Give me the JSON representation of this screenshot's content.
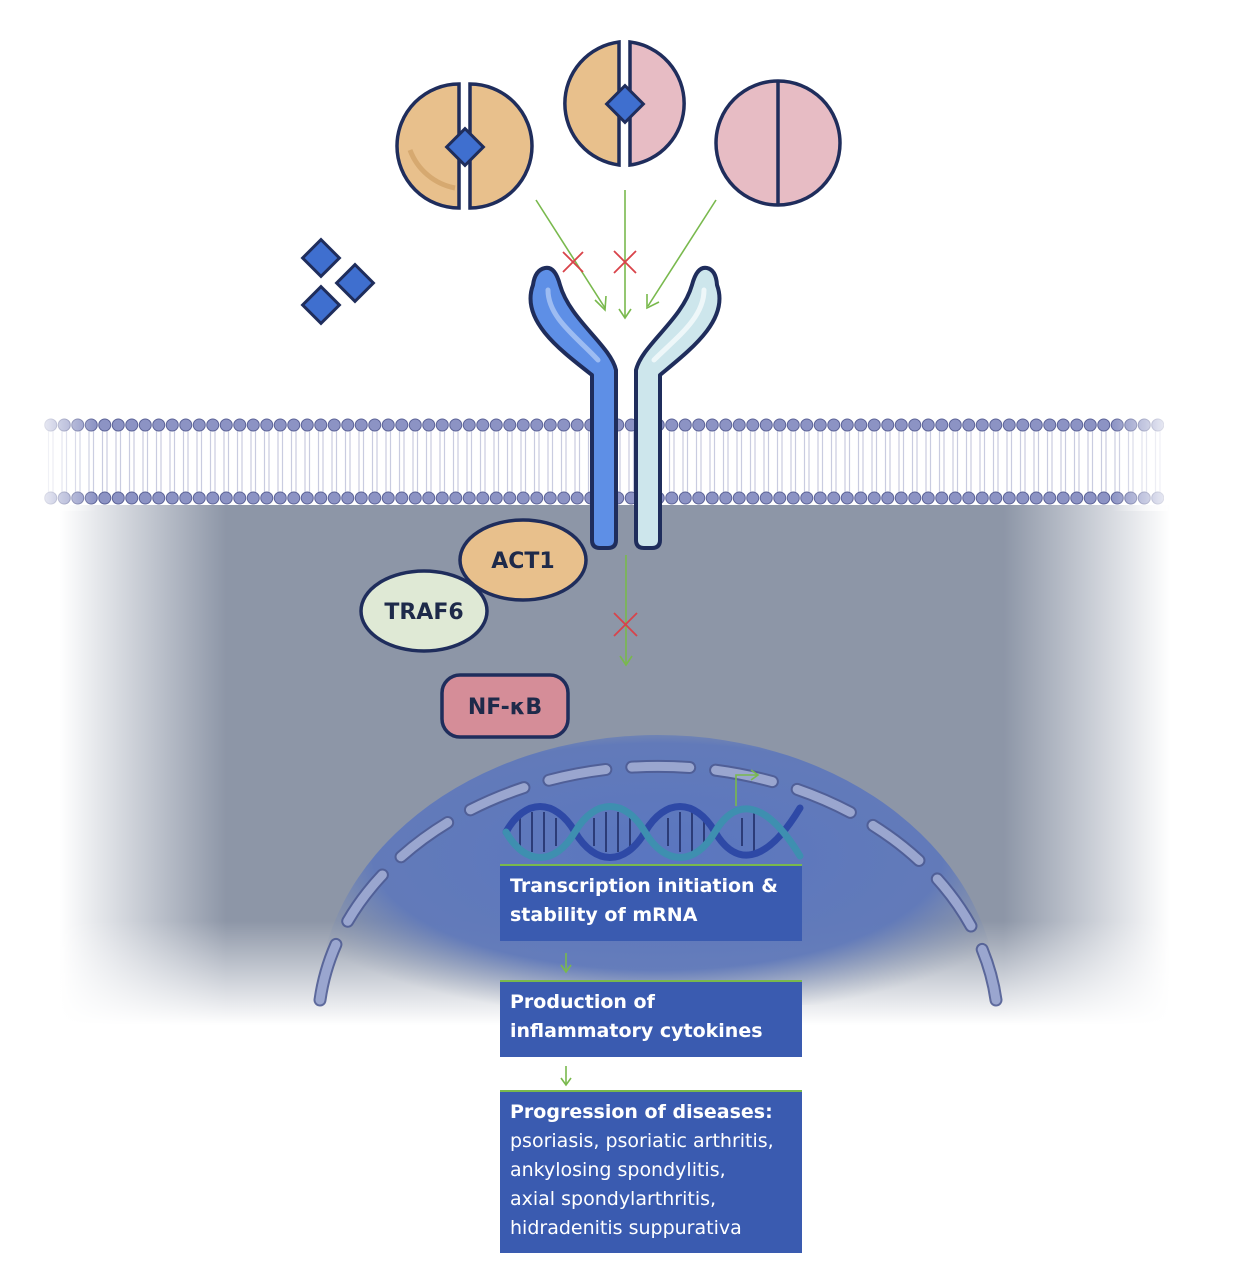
{
  "labels": {
    "act1": "ACT1",
    "traf6": "TRAF6",
    "nfkb": "NF-κB"
  },
  "steps": [
    {
      "title": "Transcription initiation &",
      "title2": "stability of mRNA"
    },
    {
      "title": "Production of",
      "title2": "inflammatory cytokines"
    },
    {
      "title": "Progression of diseases:",
      "lines": [
        "psoriasis, psoriatic arthritis,",
        "ankylosing spondylitis,",
        "axial spondylarthritis,",
        "hidradenitis suppurativa"
      ]
    }
  ],
  "colors": {
    "receptor_left": "#5e8fe6",
    "receptor_right": "#cde6ec",
    "ligand_a": "#e8c08c",
    "ligand_f": "#e7bcc4",
    "drug": "#3f6fcf",
    "arrow": "#79b94d",
    "block": "#d9434a",
    "box": "#3a5bb0"
  }
}
